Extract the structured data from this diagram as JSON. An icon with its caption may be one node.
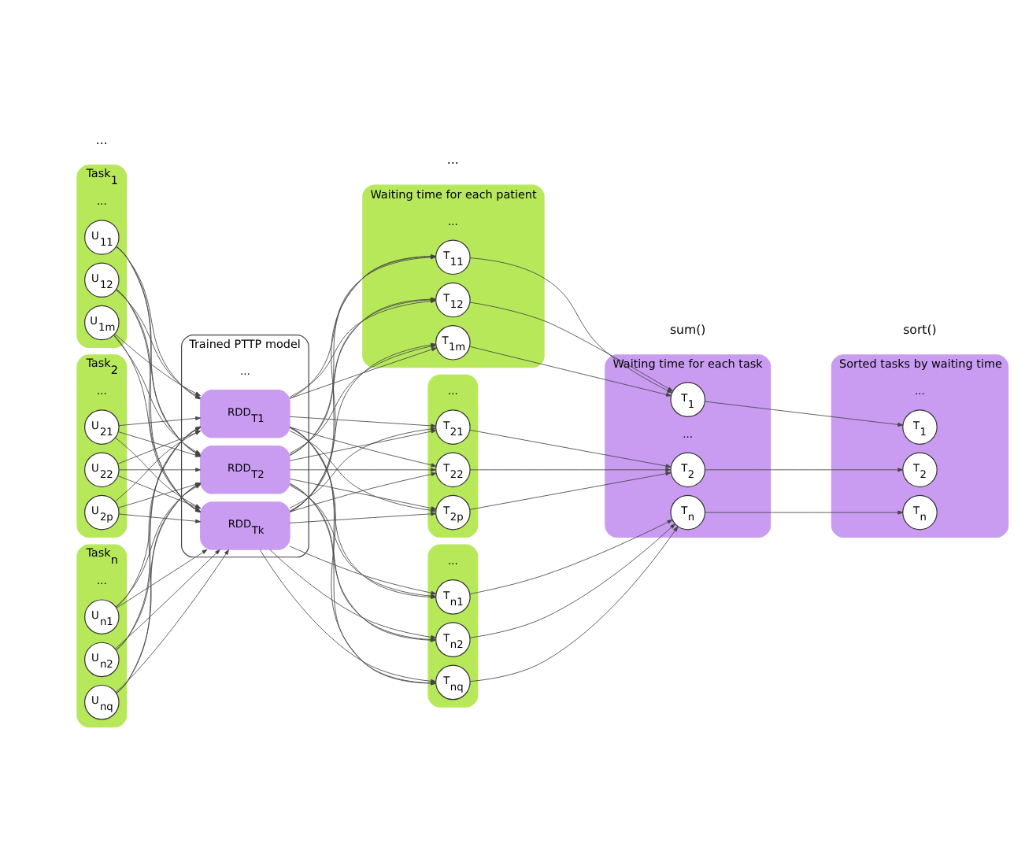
{
  "diagram": {
    "nodes": [
      {
        "text": [
          "Task$_{1}$"
        ]
      },
      {
        "text": [
          "U$_{11}$"
        ],
        "in": 0
      },
      {
        "text": [
          "U$_{12}$"
        ],
        "in": 0
      },
      {
        "text": [
          "U$_{1m}$"
        ],
        "in": 0
      },
      {
        "text": [
          "Task$_{2}$"
        ]
      },
      {
        "text": [
          "U$_{21}$"
        ],
        "in": 4
      },
      {
        "text": [
          "U$_{22}$"
        ],
        "in": 4
      },
      {
        "text": [
          "U$_{2p}$"
        ],
        "in": 4
      },
      {
        "text": [
          "Task$_{n}$"
        ]
      },
      {
        "text": [
          "U$_{n1}$"
        ],
        "in": 8
      },
      {
        "text": [
          "U$_{n2}$"
        ],
        "in": 8
      },
      {
        "text": [
          "U$_{nq}$"
        ],
        "in": 8
      },
      {
        "text": [
          "Trained PTTP model"
        ]
      },
      {
        "text": [
          "RDD$_{T1}$"
        ],
        "in": 12
      },
      {
        "text": [
          "RDD$_{T2}$"
        ],
        "in": 12
      },
      {
        "text": [
          "RDD$_{Tk}$"
        ],
        "in": 12
      },
      {
        "text": [
          "Waiting time for each patient"
        ]
      },
      {
        "text": [
          "T$_{11}$"
        ],
        "in": 16
      },
      {
        "text": [
          "T$_{12}$"
        ],
        "in": 16
      },
      {
        "text": [
          "T$_{1m}$"
        ],
        "in": 16
      },
      {
        "text": [],
        "shape": "box"
      },
      {
        "text": [
          "T$_{21}$"
        ],
        "in": 20
      },
      {
        "text": [
          "T$_{22}$"
        ],
        "in": 20
      },
      {
        "text": [
          "T$_{2p}$"
        ],
        "in": 20
      },
      {
        "text": [],
        "shape": "box"
      },
      {
        "text": [
          "T$_{n1}$"
        ],
        "in": 24
      },
      {
        "text": [
          "T$_{n2}$"
        ],
        "in": 24
      },
      {
        "text": [
          "T$_{nq}$"
        ],
        "in": 24
      },
      {
        "text": [
          "Waiting time for each task"
        ]
      },
      {
        "text": [
          "T$_{1}$"
        ],
        "in": 28
      },
      {
        "text": [
          "T$_{2}$"
        ],
        "in": 28
      },
      {
        "text": [
          "T$_{n}$"
        ],
        "in": 28
      },
      {
        "text": [
          "Sorted tasks by waiting time"
        ]
      },
      {
        "text": [
          "T$_{n}$"
        ],
        "in": 32
      },
      {
        "text": [
          "T$_{1}$"
        ],
        "in": 32
      },
      {
        "text": [
          "T$_{2}$"
        ],
        "in": 32
      }
    ],
    "edges": [
      {
        "from": 1,
        "to": 13,
        "arrow": "to"
      },
      {
        "from": 1,
        "to": 14,
        "arrow": "to"
      },
      {
        "from": 1,
        "to": 15,
        "arrow": "to"
      },
      {
        "from": 2,
        "to": 13,
        "arrow": "to"
      },
      {
        "from": 2,
        "to": 14,
        "arrow": "to"
      },
      {
        "from": 2,
        "to": 15,
        "arrow": "to"
      },
      {
        "from": 3,
        "to": 13,
        "arrow": "to"
      },
      {
        "from": 3,
        "to": 14,
        "arrow": "to"
      },
      {
        "from": 3,
        "to": 15,
        "arrow": "to"
      },
      {
        "from": 5,
        "to": 13,
        "arrow": "to"
      },
      {
        "from": 5,
        "to": 14,
        "arrow": "to"
      },
      {
        "from": 5,
        "to": 15,
        "arrow": "to"
      },
      {
        "from": 6,
        "to": 13,
        "arrow": "to"
      },
      {
        "from": 6,
        "to": 14,
        "arrow": "to"
      },
      {
        "from": 6,
        "to": 15,
        "arrow": "to"
      },
      {
        "from": 7,
        "to": 13,
        "arrow": "to"
      },
      {
        "from": 7,
        "to": 14,
        "arrow": "to"
      },
      {
        "from": 7,
        "to": 15,
        "arrow": "to"
      },
      {
        "from": 9,
        "to": 13,
        "arrow": "to"
      },
      {
        "from": 9,
        "to": 14,
        "arrow": "to"
      },
      {
        "from": 9,
        "to": 15,
        "arrow": "to"
      },
      {
        "from": 10,
        "to": 13,
        "arrow": "to"
      },
      {
        "from": 10,
        "to": 14,
        "arrow": "to"
      },
      {
        "from": 10,
        "to": 15,
        "arrow": "to"
      },
      {
        "from": 11,
        "to": 13,
        "arrow": "to"
      },
      {
        "from": 11,
        "to": 14,
        "arrow": "to"
      },
      {
        "from": 11,
        "to": 15,
        "arrow": "to"
      },
      {
        "from": 13,
        "to": 17,
        "arrow": "to"
      },
      {
        "from": 13,
        "to": 18,
        "arrow": "to"
      },
      {
        "from": 13,
        "to": 19,
        "arrow": "to"
      },
      {
        "from": 13,
        "to": 21,
        "arrow": "to"
      },
      {
        "from": 13,
        "to": 22,
        "arrow": "to"
      },
      {
        "from": 13,
        "to": 23,
        "arrow": "to"
      },
      {
        "from": 13,
        "to": 25,
        "arrow": "to"
      },
      {
        "from": 13,
        "to": 26,
        "arrow": "to"
      },
      {
        "from": 13,
        "to": 27,
        "arrow": "to"
      },
      {
        "from": 14,
        "to": 17,
        "arrow": "to"
      },
      {
        "from": 14,
        "to": 18,
        "arrow": "to"
      },
      {
        "from": 14,
        "to": 19,
        "arrow": "to"
      },
      {
        "from": 14,
        "to": 21,
        "arrow": "to"
      },
      {
        "from": 14,
        "to": 22,
        "arrow": "to"
      },
      {
        "from": 14,
        "to": 23,
        "arrow": "to"
      },
      {
        "from": 14,
        "to": 25,
        "arrow": "to"
      },
      {
        "from": 14,
        "to": 26,
        "arrow": "to"
      },
      {
        "from": 14,
        "to": 27,
        "arrow": "to"
      },
      {
        "from": 15,
        "to": 17,
        "arrow": "to"
      },
      {
        "from": 15,
        "to": 18,
        "arrow": "to"
      },
      {
        "from": 15,
        "to": 19,
        "arrow": "to"
      },
      {
        "from": 15,
        "to": 21,
        "arrow": "to"
      },
      {
        "from": 15,
        "to": 22,
        "arrow": "to"
      },
      {
        "from": 15,
        "to": 23,
        "arrow": "to"
      },
      {
        "from": 15,
        "to": 25,
        "arrow": "to"
      },
      {
        "from": 15,
        "to": 26,
        "arrow": "to"
      },
      {
        "from": 15,
        "to": 27,
        "arrow": "to"
      },
      {
        "from": 17,
        "to": 29,
        "arrow": "to"
      },
      {
        "from": 18,
        "to": 29,
        "arrow": "to"
      },
      {
        "from": 19,
        "to": 29,
        "arrow": "to"
      },
      {
        "from": 21,
        "to": 30,
        "arrow": "to"
      },
      {
        "from": 22,
        "to": 30,
        "arrow": "to"
      },
      {
        "from": 23,
        "to": 30,
        "arrow": "to"
      },
      {
        "from": 25,
        "to": 31,
        "arrow": "to"
      },
      {
        "from": 26,
        "to": 31,
        "arrow": "to"
      },
      {
        "from": 27,
        "to": 31,
        "arrow": "to"
      },
      {
        "from": 29,
        "to": 34,
        "arrow": "to"
      },
      {
        "from": 30,
        "to": 35,
        "arrow": "to"
      },
      {
        "from": 31,
        "to": 33,
        "arrow": "to"
      }
    ],
    "labels": [
      "...",
      "...",
      "...",
      "...",
      "...",
      "...",
      "...",
      "...",
      "...",
      "sum()",
      "...",
      "sort()",
      "..."
    ]
  }
}
